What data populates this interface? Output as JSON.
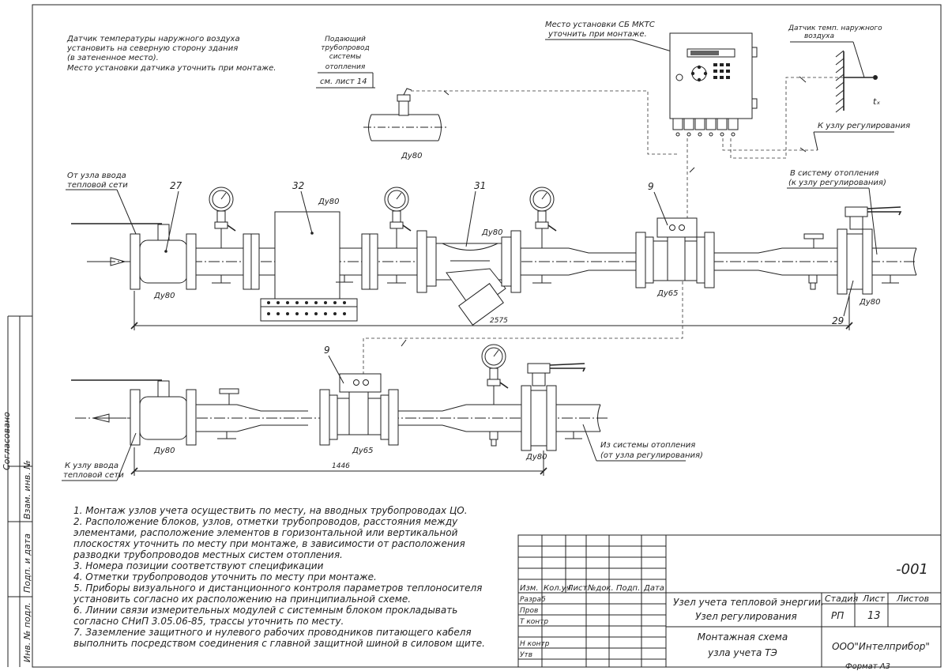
{
  "notes_top": {
    "line1": "Датчик температуры наружного воздуха",
    "line2": "установить на северную сторону здания",
    "line3": "(в затененное место).",
    "line4": "Место установки датчика уточнить при монтаже."
  },
  "supply_pipe_label": {
    "l1": "Подающий",
    "l2": "трубопровод",
    "l3": "системы",
    "l4": "отопления",
    "ref": "см. лист 14",
    "dn": "Ду80"
  },
  "controller_label": {
    "l1": "Место установки СБ МКТС",
    "l2": "уточнить при монтаже."
  },
  "outdoor_sensor_label": {
    "l1": "Датчик темп. наружного",
    "l2": "воздуха",
    "symbol": "tₓ"
  },
  "regulation_label": "К узлу регулирования",
  "heating_system_label": {
    "l1": "В систему отопления",
    "l2": "(к узлу регулирования)"
  },
  "from_input_label": {
    "l1": "От узла ввода",
    "l2": "тепловой сети"
  },
  "to_input_label": {
    "l1": "К узлу ввода",
    "l2": "тепловой сети"
  },
  "from_heating_label": {
    "l1": "Из системы отопления",
    "l2": "(от узла регулирования)"
  },
  "positions": {
    "p27": "27",
    "p32": "32",
    "p31": "31",
    "p9a": "9",
    "p9b": "9",
    "p29": "29"
  },
  "dn_labels": {
    "top_dn80_1": "Ду80",
    "top_dn80_2": "Ду80",
    "top_dn80_3": "Ду80",
    "top_dn65": "Ду65",
    "top_dn80_4": "Ду80",
    "bot_dn80_1": "Ду80",
    "bot_dn65": "Ду65",
    "bot_dn80_2": "Ду80"
  },
  "dims": {
    "top": "2575",
    "bottom": "1446"
  },
  "notes_bottom": [
    "1. Монтаж узлов учета осуществить по месту, на вводных трубопроводах ЦО.",
    "2. Расположение блоков, узлов, отметки трубопроводов, расстояния между",
    "  элементами, расположение элементов в горизонтальной или вертикальной",
    "плоскостях уточнить по месту при монтаже, в зависимости от расположения",
    "  разводки трубопроводов местных систем отопления.",
    "3. Номера позиции соответствуют спецификации",
    "4. Отметки трубопроводов уточнить по месту при монтаже.",
    "5.   Приборы визуального и дистанционного контроля параметров теплоносителя",
    "  установить согласно их расположению на принципиальной схеме.",
    "6. Линии связи измерительных модулей с системным блоком прокладывать",
    "  согласно СНиП 3.05.06-85, трассы уточнить по месту.",
    "7. Заземление защитного и нулевого рабочих проводников питающего кабеля",
    "  выполнить посредством соединения с главной защитной шиной в силовом щите."
  ],
  "side_stamp": {
    "agreed": "Согласовано",
    "inv_zam": "Взам. инв. №",
    "sign_date": "Подп. и дата",
    "inv_podl": "Инв. № подл."
  },
  "title_block": {
    "code": "-001",
    "headers": [
      "Изм.",
      "Кол.уч",
      "Лист",
      "№док.",
      "Подп.",
      "Дата"
    ],
    "roles": [
      "Разраб",
      "Пров",
      "Т контр",
      "",
      "Н контр",
      "Утв"
    ],
    "project_l1": "Узел учета тепловой энергии.",
    "project_l2": "Узел   регулирования",
    "drawing_l1": "Монтажная схема",
    "drawing_l2": "узла учета ТЭ",
    "stage_h": "Стадия",
    "sheet_h": "Лист",
    "sheets_h": "Листов",
    "stage": "РП",
    "sheet": "13",
    "sheets": "",
    "company": "ООО\"Интелприбор\"",
    "format": "Формат    А3"
  }
}
